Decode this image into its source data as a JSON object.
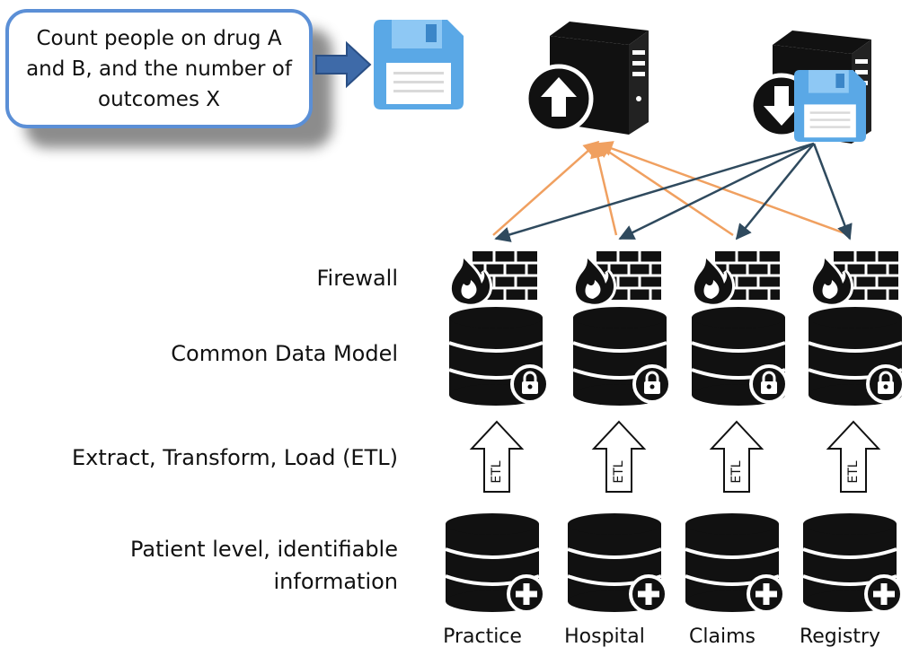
{
  "query": {
    "lines": [
      "Count people on drug A",
      "and B, and the number of",
      "outcomes X"
    ]
  },
  "row_labels": {
    "firewall": "Firewall",
    "cdm": "Common Data Model",
    "etl": "Extract, Transform, Load (ETL)",
    "patient_line1": "Patient level, identifiable",
    "patient_line2": "information"
  },
  "etl_arrow_text": "ETL",
  "sites": [
    "Practice",
    "Hospital",
    "Claims",
    "Registry"
  ],
  "colors": {
    "callout_border": "#5b8fd6",
    "block_arrow": "#3e6aa8",
    "floppy": "#5aa8e6",
    "upload_lines": "#f0a060",
    "download_lines": "#2f4a5e",
    "icons": "#111111"
  },
  "icons": [
    "save-floppy-icon",
    "upload-server-icon",
    "download-server-icon",
    "firewall-icon",
    "database-lock-icon",
    "etl-arrow-icon",
    "database-plus-icon"
  ]
}
